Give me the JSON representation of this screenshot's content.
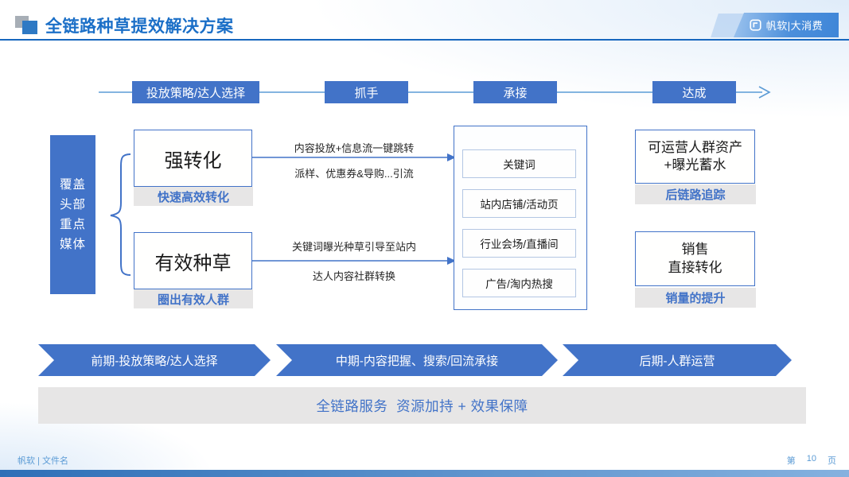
{
  "header": {
    "title": "全链路种草提效解决方案",
    "logo_text": "帆软|大消费"
  },
  "flow_stages": [
    {
      "label": "投放策略/达人选择"
    },
    {
      "label": "抓手"
    },
    {
      "label": "承接"
    },
    {
      "label": "达成"
    }
  ],
  "coverage_box": {
    "text": "覆盖\n头部\n重点\n媒体"
  },
  "strategies": [
    {
      "title": "强转化",
      "tag": "快速高效转化",
      "arrow_label_top": "内容投放+信息流一键跳转",
      "arrow_label_bottom": "派样、优惠券&导购...引流"
    },
    {
      "title": "有效种草",
      "tag": "圈出有效人群",
      "arrow_label_top": "关键词曝光种草引导至站内",
      "arrow_label_bottom": "达人内容社群转换"
    }
  ],
  "touchpoints": [
    "关键词",
    "站内店铺/活动页",
    "行业会场/直播间",
    "广告/淘内热搜"
  ],
  "outcomes": [
    {
      "text": "可运营人群资产\n+曝光蓄水",
      "tag": "后链路追踪"
    },
    {
      "text": "销售\n直接转化",
      "tag": "销量的提升"
    }
  ],
  "phases": [
    {
      "label": "前期-投放策略/达人选择"
    },
    {
      "label": "中期-内容把握、搜索/回流承接"
    },
    {
      "label": "后期-人群运营"
    }
  ],
  "bottom_banner": "全链路服务  资源加持 + 效果保障",
  "footer": {
    "left": "帆软 | 文件名",
    "page_prefix": "第",
    "page_number": "10",
    "page_suffix": "页"
  },
  "colors": {
    "primary_blue": "#4273c8",
    "title_blue": "#1b6fc7",
    "light_blue_line": "#5b9bd5",
    "gray_bar": "#e7e6e6",
    "footer_blue": "#5b9bd5"
  }
}
